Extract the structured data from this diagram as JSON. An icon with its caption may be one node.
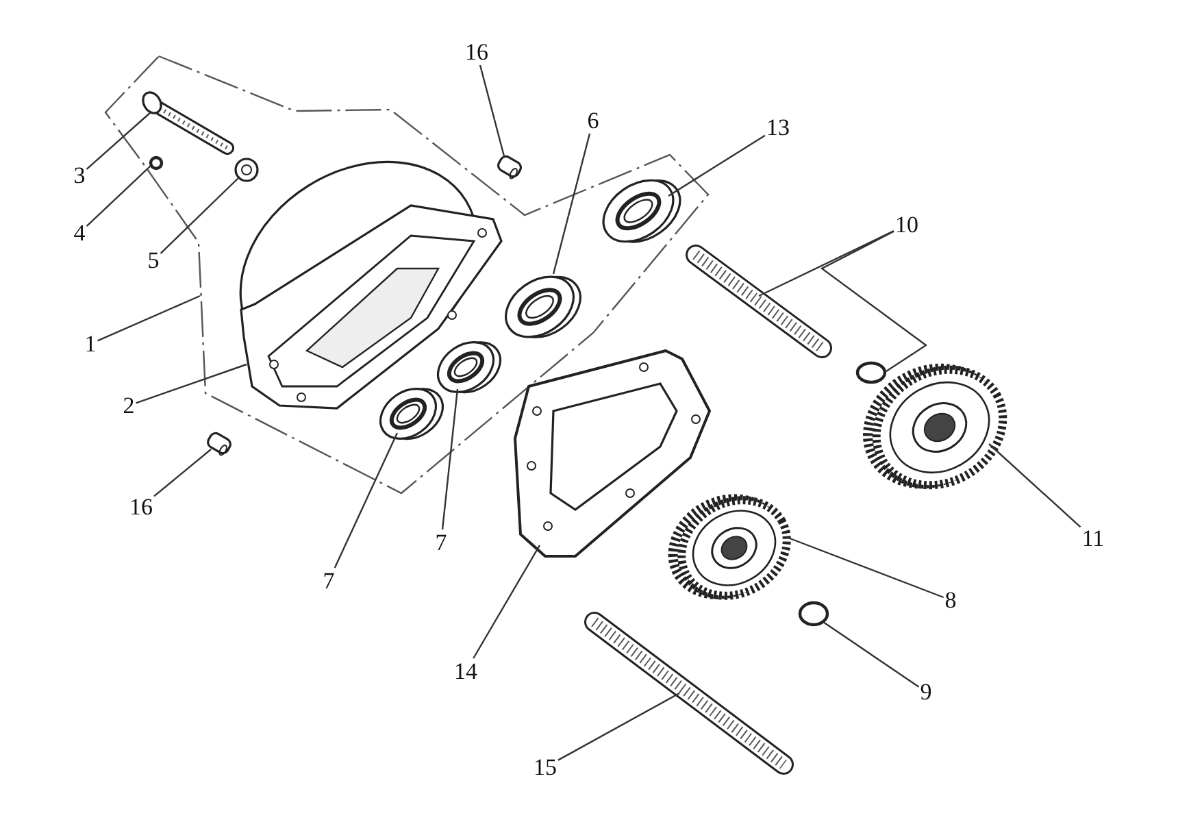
{
  "diagram": {
    "nodes": [
      {
        "text": [
          "1"
        ]
      },
      {
        "text": [],
        "shape": "picture"
      },
      {
        "text": [
          "3"
        ]
      },
      {
        "text": [],
        "shape": "picture",
        "in": 1
      },
      {
        "text": [
          "4"
        ]
      },
      {
        "text": [],
        "shape": "circle",
        "in": 1
      },
      {
        "text": [
          "5"
        ]
      },
      {
        "text": [],
        "shape": "picture",
        "in": 1
      },
      {
        "text": [
          "2"
        ]
      },
      {
        "text": [],
        "shape": "picture",
        "in": 1
      },
      {
        "text": [
          "16"
        ]
      },
      {
        "text": [],
        "shape": "cylinder"
      },
      {
        "text": [
          "6"
        ]
      },
      {
        "text": [],
        "shape": "picture",
        "in": 1
      },
      {
        "text": [
          "13"
        ]
      },
      {
        "text": [],
        "shape": "picture",
        "in": 1
      },
      {
        "text": [
          "10"
        ]
      },
      {
        "text": [],
        "shape": "bar"
      },
      {
        "text": [],
        "shape": "circle"
      },
      {
        "text": [
          "16"
        ]
      },
      {
        "text": [],
        "shape": "cylinder"
      },
      {
        "text": [
          "7"
        ]
      },
      {
        "text": [],
        "shape": "picture",
        "in": 1
      },
      {
        "text": [
          "7"
        ]
      },
      {
        "text": [],
        "shape": "picture",
        "in": 1
      },
      {
        "text": [
          "14"
        ]
      },
      {
        "text": [],
        "shape": "picture"
      },
      {
        "text": [
          "15"
        ]
      },
      {
        "text": [],
        "shape": "bar"
      },
      {
        "text": [
          "8"
        ]
      },
      {
        "text": [],
        "shape": "picture"
      },
      {
        "text": [
          "9"
        ]
      },
      {
        "text": [],
        "shape": "circle"
      },
      {
        "text": [
          "11"
        ]
      },
      {
        "text": [],
        "shape": "picture"
      }
    ],
    "edges": [
      {
        "from": 0,
        "to": 1,
        "arrow": "none"
      },
      {
        "from": 2,
        "to": 3,
        "arrow": "none"
      },
      {
        "from": 4,
        "to": 5,
        "arrow": "none"
      },
      {
        "from": 6,
        "to": 7,
        "arrow": "none"
      },
      {
        "from": 8,
        "to": 9,
        "arrow": "none"
      },
      {
        "from": 10,
        "to": 11,
        "arrow": "none"
      },
      {
        "from": 12,
        "to": 13,
        "arrow": "none"
      },
      {
        "from": 14,
        "to": 15,
        "arrow": "none"
      },
      {
        "from": 16,
        "to": 17,
        "arrow": "none"
      },
      {
        "from": 16,
        "to": 18,
        "arrow": "none"
      },
      {
        "from": 19,
        "to": 20,
        "arrow": "none"
      },
      {
        "from": 21,
        "to": 22,
        "arrow": "none"
      },
      {
        "from": 23,
        "to": 24,
        "arrow": "none"
      },
      {
        "from": 25,
        "to": 26,
        "arrow": "none"
      },
      {
        "from": 27,
        "to": 28,
        "arrow": "none"
      },
      {
        "from": 29,
        "to": 30,
        "arrow": "none"
      },
      {
        "from": 31,
        "to": 32,
        "arrow": "none"
      },
      {
        "from": 33,
        "to": 34,
        "arrow": "none"
      }
    ]
  }
}
